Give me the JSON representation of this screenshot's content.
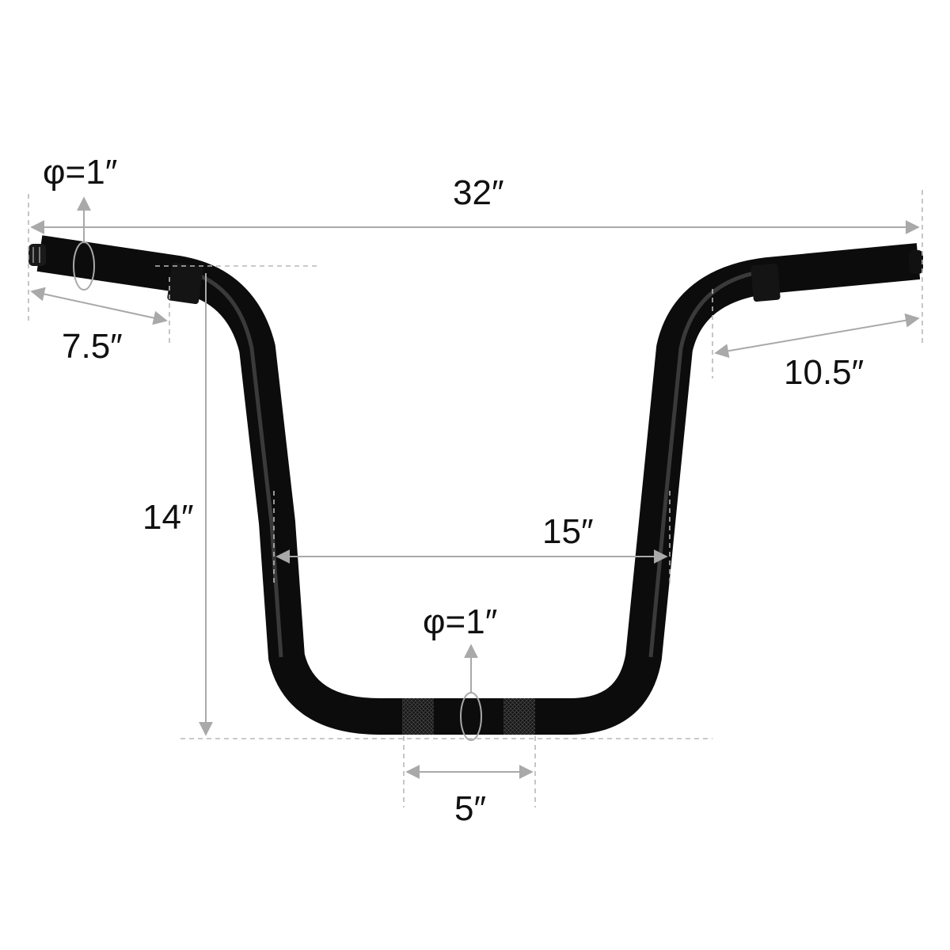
{
  "labels": {
    "overall_width": "32″",
    "left_grip_length": "7.5″",
    "right_grip_length": "10.5″",
    "rise": "14″",
    "inner_width": "15″",
    "center_width": "5″",
    "grip_diameter": "φ=1″",
    "center_diameter": "φ=1″"
  },
  "colors": {
    "bar": "#0c0c0c",
    "dimension_line": "#a9a9a9"
  }
}
